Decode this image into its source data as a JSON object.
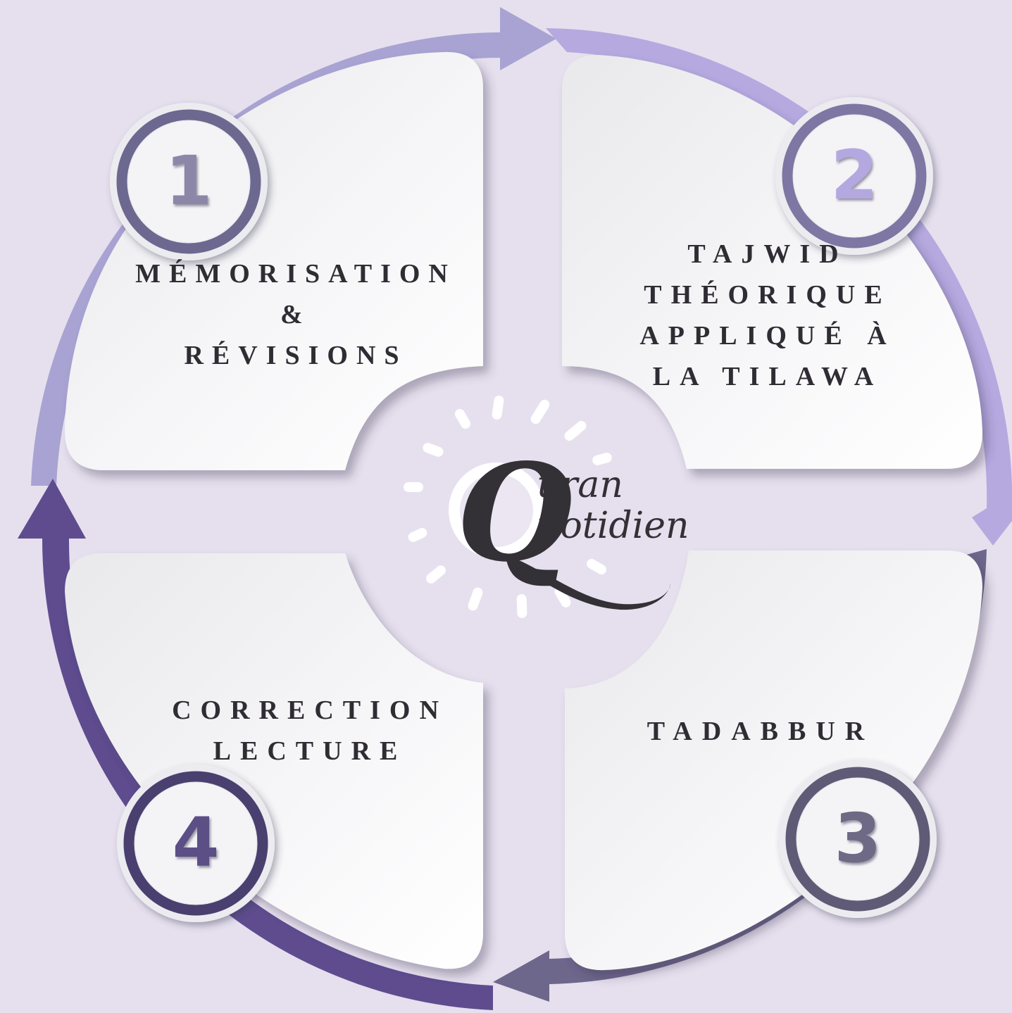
{
  "steps": [
    {
      "number": "1",
      "lines": [
        "MÉMORISATION",
        "&",
        "RÉVISIONS"
      ]
    },
    {
      "number": "2",
      "lines": [
        "TAJWID",
        "THÉORIQUE",
        "APPLIQUÉ À",
        "LA TILAWA"
      ]
    },
    {
      "number": "3",
      "lines": [
        "TADABBUR"
      ]
    },
    {
      "number": "4",
      "lines": [
        "CORRECTION",
        "LECTURE"
      ]
    }
  ],
  "logo": {
    "letter": "Q",
    "line1": "uran",
    "line2": "uotidien"
  },
  "colors": {
    "background": "#e6e0ee",
    "arc_top": "#a9a3d3",
    "arc_right": "#b6a9e0",
    "arc_bottom": "#6e678c",
    "arc_left": "#5e4c8f",
    "text": "#2f2c34"
  }
}
